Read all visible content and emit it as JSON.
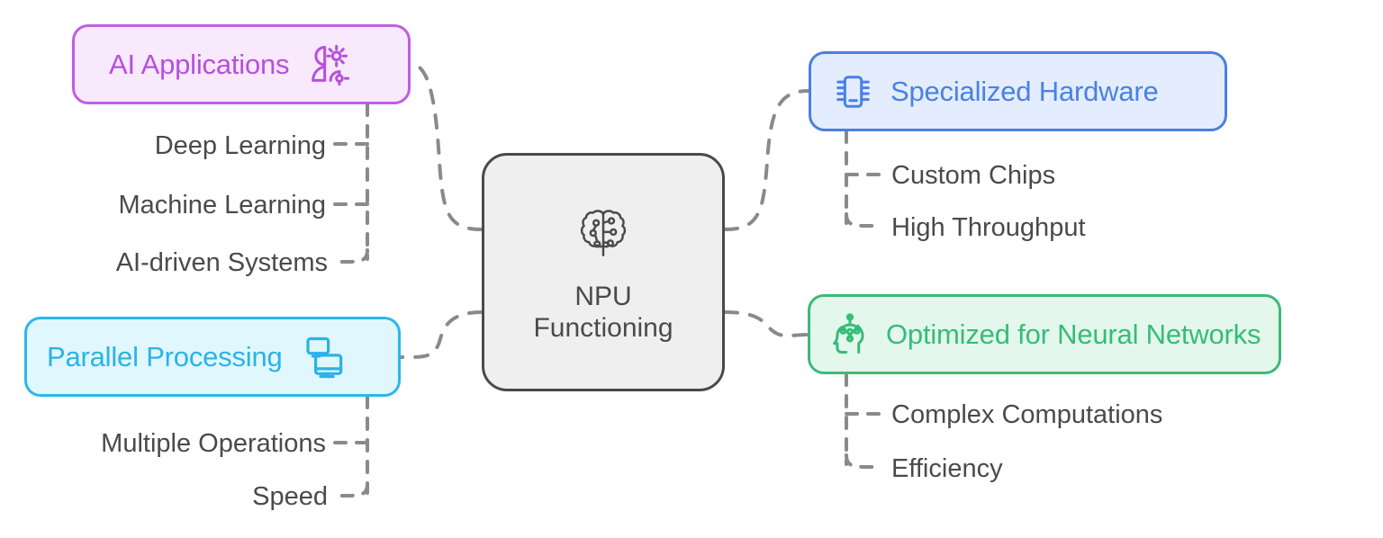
{
  "diagram": {
    "title": "NPU Functioning",
    "type": "mind-map",
    "center": {
      "line1": "NPU",
      "line2": "Functioning",
      "icon": "brain-icon",
      "fill": "#efefef",
      "stroke": "#4a4a4a",
      "text_color": "#4a4a4a"
    },
    "branches": [
      {
        "id": "ai-applications",
        "label": "AI Applications",
        "icon": "person-gear-icon",
        "icon_side": "right",
        "fill": "#f8e9fc",
        "stroke": "#bf5fe0",
        "text_color": "#b74fdd",
        "children": [
          {
            "label": "Deep Learning"
          },
          {
            "label": "Machine Learning"
          },
          {
            "label": "AI-driven Systems"
          }
        ]
      },
      {
        "id": "parallel-processing",
        "label": "Parallel Processing",
        "icon": "dual-monitors-icon",
        "icon_side": "right",
        "fill": "#e1f7fe",
        "stroke": "#2bb8e8",
        "text_color": "#2bb3e6",
        "children": [
          {
            "label": "Multiple Operations"
          },
          {
            "label": "Speed"
          }
        ]
      },
      {
        "id": "specialized-hardware",
        "label": "Specialized Hardware",
        "icon": "chip-icon",
        "icon_side": "left",
        "fill": "#e4edfd",
        "stroke": "#4a7fe0",
        "text_color": "#4a80e8",
        "children": [
          {
            "label": "Custom Chips"
          },
          {
            "label": "High Throughput"
          }
        ]
      },
      {
        "id": "optimized-neural-networks",
        "label": "Optimized for Neural Networks",
        "icon": "head-neural-icon",
        "icon_side": "left",
        "fill": "#e4f7ed",
        "stroke": "#3cba78",
        "text_color": "#35bd77",
        "children": [
          {
            "label": "Complex Computations"
          },
          {
            "label": "Efficiency"
          }
        ]
      }
    ],
    "connector_color": "#8a8a8a"
  }
}
